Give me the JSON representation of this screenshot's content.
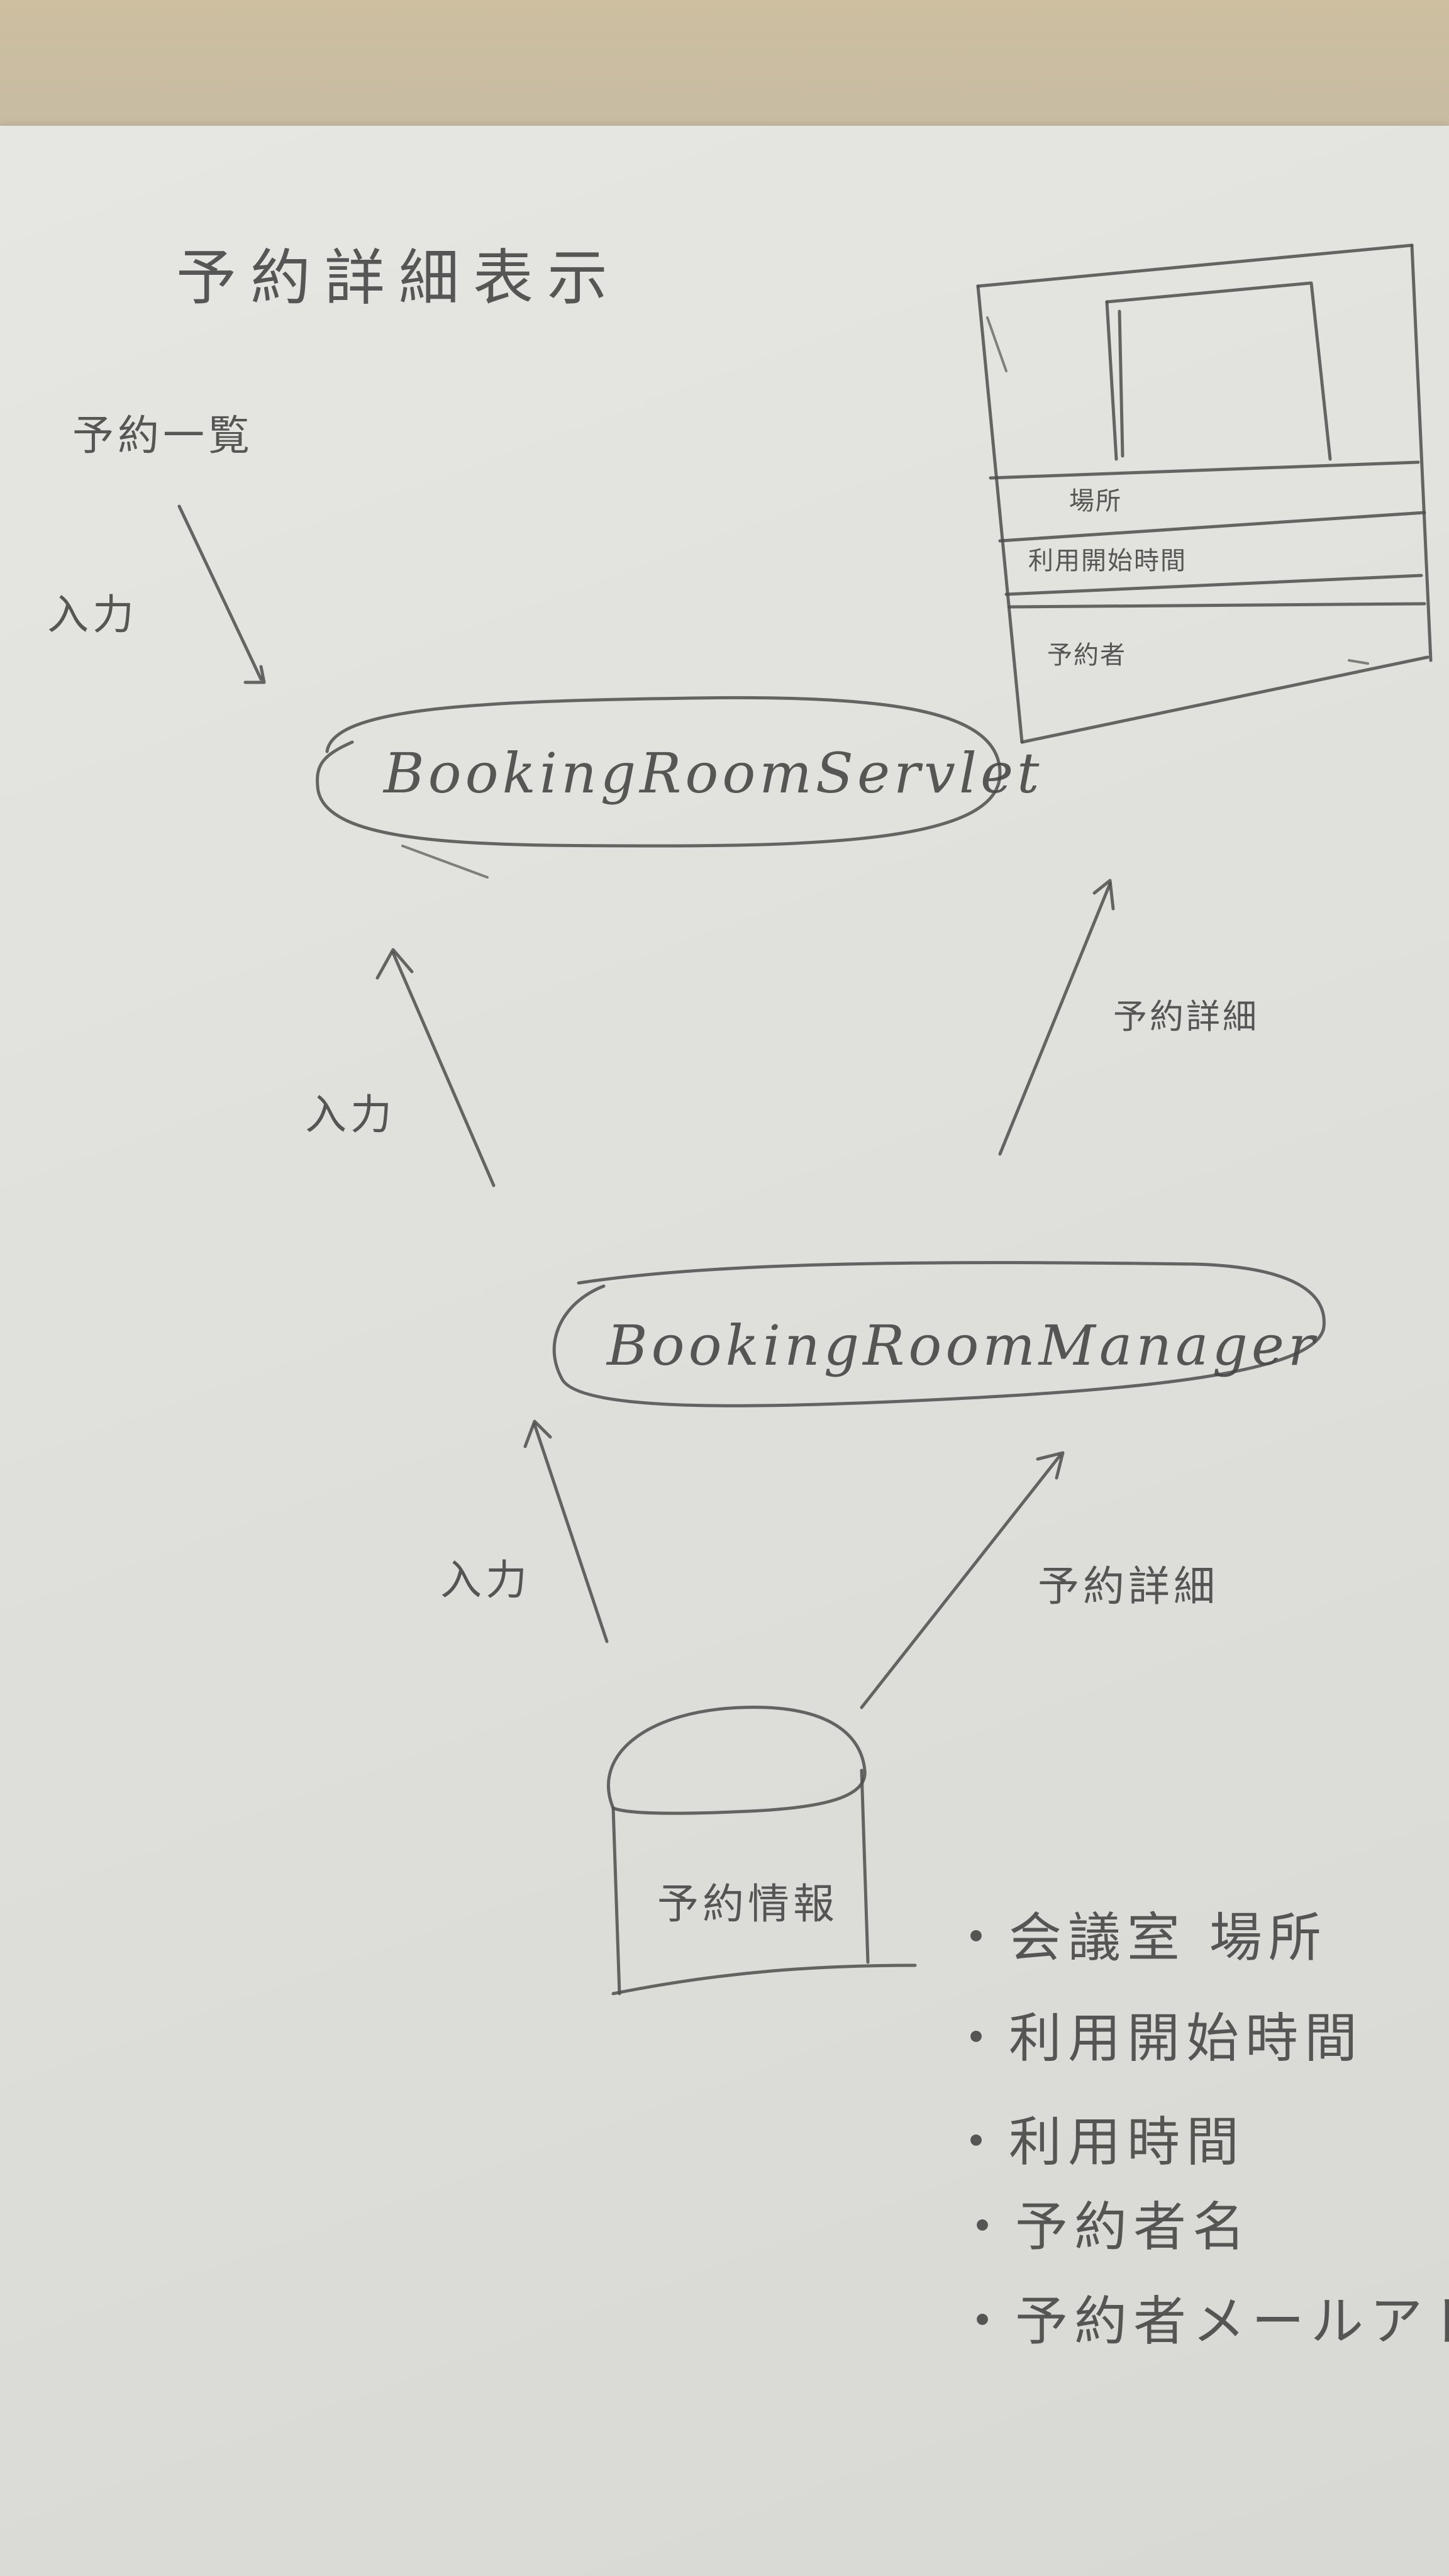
{
  "title": "予約詳細表示",
  "top_left_label": "予約一覧",
  "arrows": {
    "to_list": "入力",
    "servlet_in": "入力",
    "servlet_out": "予約詳細",
    "manager_in": "入力",
    "manager_out": "予約詳細"
  },
  "nodes": {
    "servlet": "BookingRoomServlet",
    "manager": "BookingRoomManager",
    "database": "予約情報"
  },
  "screen_mock": {
    "row_place": "場所",
    "row_start": "利用開始時間",
    "row_booker": "予約者"
  },
  "fields": [
    "・会議室 場所",
    "・利用開始時間",
    "・利用時間",
    "・予約者名",
    "・予約者メールアドレス"
  ]
}
